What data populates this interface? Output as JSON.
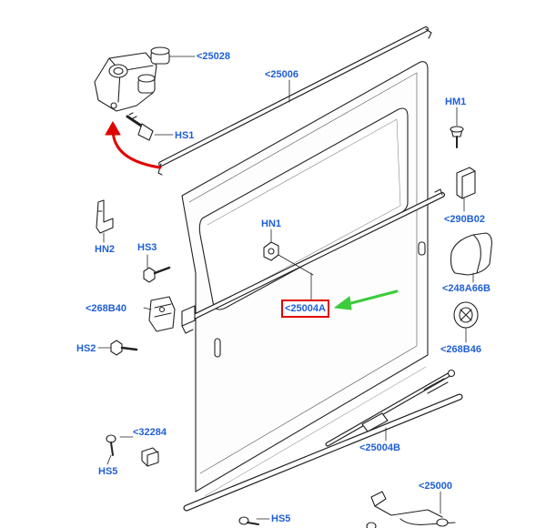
{
  "colors": {
    "label": "#1f5fd6",
    "highlight_box": "#e00000",
    "red_arrow": "#e00000",
    "green_arrow": "#3ccc3c",
    "line": "#222222"
  },
  "labels": {
    "p25028": "<25028",
    "p25006": "<25006",
    "hs1": "HS1",
    "hm1": "HM1",
    "p290b02": "<290B02",
    "hn2": "HN2",
    "hn1": "HN1",
    "hs3": "HS3",
    "p248a66b": "<248A66B",
    "p268b40": "<268B40",
    "p25004a": "<25004A",
    "p268b46": "<268B46",
    "hs2": "HS2",
    "p32284": "<32284",
    "p25004b": "<25004B",
    "hs5_left": "HS5",
    "p25000": "<25000",
    "hs5_bottom": "HS5"
  },
  "highlighted_part": "<25004A"
}
